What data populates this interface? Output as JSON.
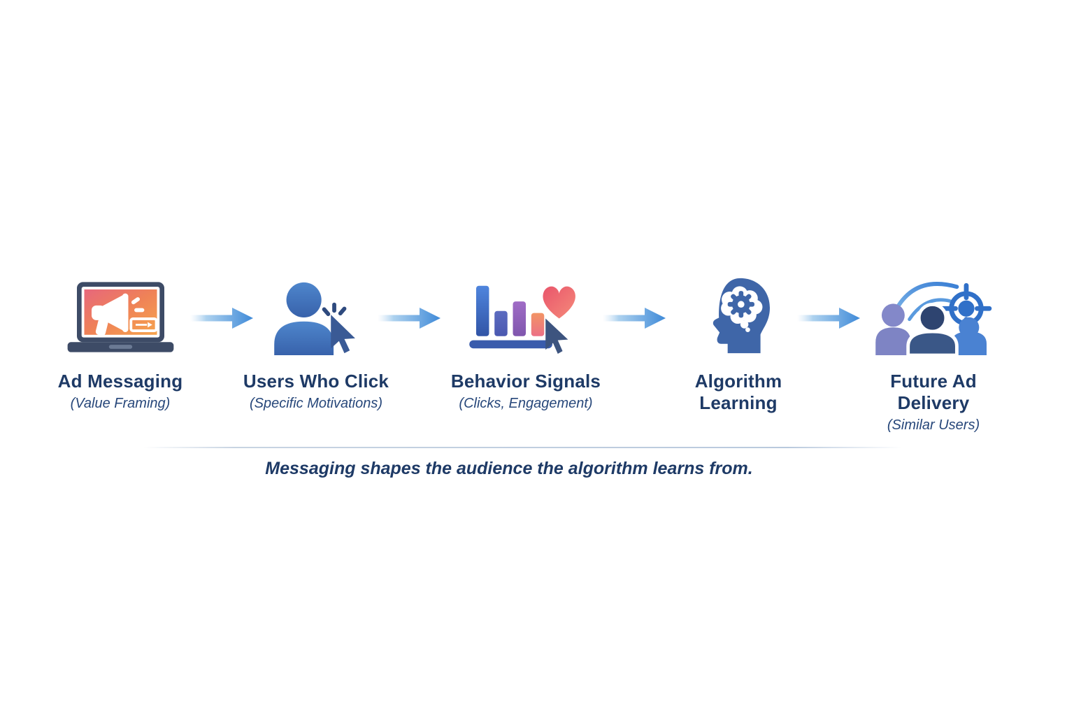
{
  "steps": [
    {
      "title": "Ad Messaging",
      "subtitle": "(Value Framing)",
      "icon": "laptop-megaphone-icon"
    },
    {
      "title": "Users Who Click",
      "subtitle": "(Specific Motivations)",
      "icon": "user-click-icon"
    },
    {
      "title": "Behavior Signals",
      "subtitle": "(Clicks, Engagement)",
      "icon": "bar-chart-heart-click-icon"
    },
    {
      "title": "Algorithm Learning",
      "subtitle": "",
      "icon": "head-gear-icon"
    },
    {
      "title": "Future Ad Delivery",
      "subtitle": "(Similar Users)",
      "icon": "audience-target-icon"
    }
  ],
  "caption": "Messaging shapes the audience the algorithm learns from.",
  "colors": {
    "title_text": "#1e3a66",
    "subtitle_text": "#27477a",
    "arrow_blue": "#3f8ad8",
    "divider": "#c8d4e2",
    "laptop_navy": "#3d4b66",
    "screen_gradient_start": "#e7677c",
    "screen_gradient_end": "#f6a44e",
    "person_blue": "#4e86cc",
    "cursor_navy": "#3a5a95",
    "bar_blue": "#4f85dd",
    "bar_indigo": "#5c6cc0",
    "bar_purple": "#a06cc6",
    "bar_orange": "#f29465",
    "heart_red": "#e9556b",
    "head_blue": "#3f66a8",
    "audience_purple": "#8388c9",
    "audience_navy": "#2e4470",
    "target_blue": "#3070c8"
  }
}
